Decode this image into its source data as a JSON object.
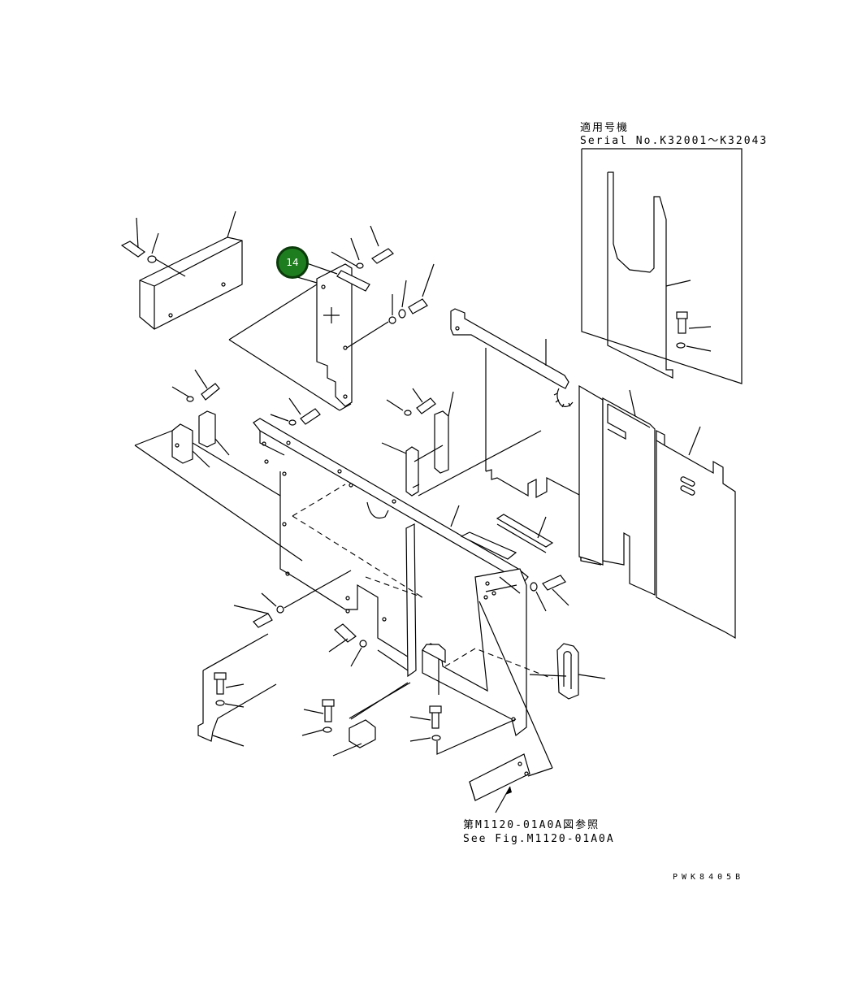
{
  "inset": {
    "line1": "適用号機",
    "line2": "Serial No.K32001～K32043"
  },
  "reference": {
    "line1": "第M1120-01A0A図参照",
    "line2": "See Fig.M1120-01A0A"
  },
  "drawing_code": "PWK8405B",
  "callouts": [
    {
      "label": "14"
    }
  ],
  "colors": {
    "callout_fill": "#1e7d1e",
    "callout_border": "#0b3a0b",
    "line": "#000000",
    "background": "#ffffff"
  }
}
